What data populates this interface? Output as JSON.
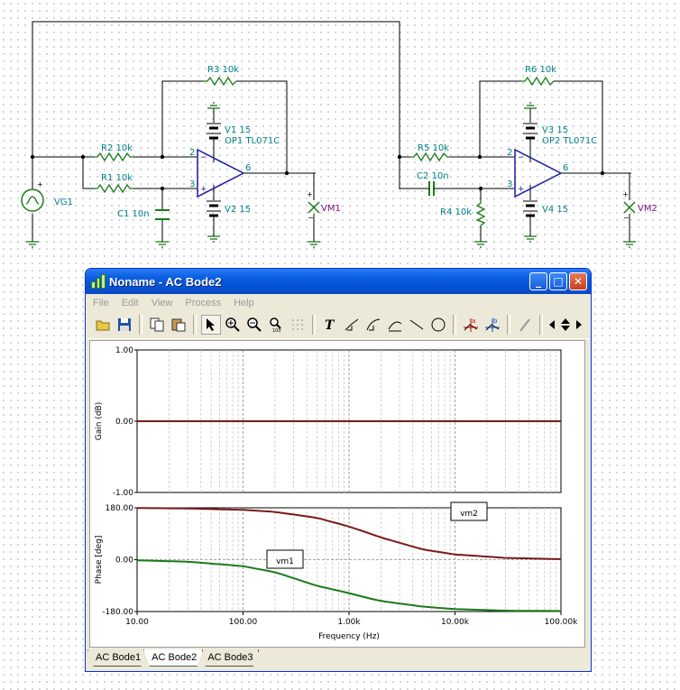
{
  "schematic": {
    "resistors": [
      "R1 10k",
      "R2 10k",
      "R3 10k",
      "R4 10k",
      "R5 10k",
      "R6 10k"
    ],
    "capacitors": [
      "C1 10n",
      "C2 10n"
    ],
    "supplies": [
      "V1 15",
      "V2 15",
      "V3 15",
      "V4 15"
    ],
    "opamps": [
      "OP1 TL071C",
      "OP2 TL071C"
    ],
    "generator": "VG1",
    "meters": [
      "VM1",
      "VM2"
    ],
    "pins": {
      "inv": "2",
      "noninv": "3",
      "out": "6"
    }
  },
  "window": {
    "title": "Noname - AC Bode2",
    "menu": [
      "File",
      "Edit",
      "View",
      "Process",
      "Help"
    ],
    "buttons": {
      "minimize": "_",
      "maximize": "□",
      "close": "✕"
    }
  },
  "toolbar": [
    "open-icon",
    "save-icon",
    "copy-icon",
    "paste-icon",
    "pointer-icon",
    "zoom-in-icon",
    "zoom-out-icon",
    "zoom-100-icon",
    "grid-icon",
    "text-icon",
    "line-tool-icon",
    "curve-tool-icon",
    "tangent-icon",
    "line-icon",
    "circle-icon",
    "cursor-a-icon",
    "cursor-b-icon",
    "probe-icon",
    "arrows-icon"
  ],
  "chart_data": [
    {
      "type": "line",
      "xlabel": "Frequency (Hz)",
      "ylabel": "Gain (dB)",
      "xscale": "log",
      "xlim": [
        10,
        100000
      ],
      "ylim": [
        -1,
        1
      ],
      "yticks": [
        "1.00",
        "0.00",
        "-1.00"
      ],
      "series": [
        {
          "name": "vm1",
          "color": "#1a7a1a",
          "x": [
            10,
            100,
            1000,
            10000,
            100000
          ],
          "y": [
            0,
            0,
            0,
            0,
            0
          ]
        },
        {
          "name": "vm2",
          "color": "#7a1a1a",
          "x": [
            10,
            100,
            1000,
            10000,
            100000
          ],
          "y": [
            0,
            0,
            0,
            0,
            0
          ]
        }
      ]
    },
    {
      "type": "line",
      "xlabel": "Frequency (Hz)",
      "ylabel": "Phase [deg]",
      "xscale": "log",
      "xlim": [
        10,
        100000
      ],
      "ylim": [
        -180,
        180
      ],
      "xticks": [
        "10.00",
        "100.00",
        "1.00k",
        "10.00k",
        "100.00k"
      ],
      "yticks": [
        "180.00",
        "0.00",
        "-180.00"
      ],
      "series": [
        {
          "name": "vm1",
          "color": "#1a7a1a",
          "x": [
            10,
            30,
            100,
            200,
            500,
            1000,
            1592,
            2000,
            5000,
            10000,
            30000,
            100000
          ],
          "y": [
            -2.3,
            -6.9,
            -22.6,
            -43.4,
            -90.9,
            -116.1,
            -135,
            -143.6,
            -163,
            -171.4,
            -177.1,
            -178.2
          ]
        },
        {
          "name": "vm2",
          "color": "#7a1a1a",
          "x": [
            10,
            30,
            100,
            200,
            500,
            1000,
            1592,
            2000,
            5000,
            10000,
            30000,
            100000
          ],
          "y": [
            179.3,
            177.8,
            172.8,
            165.6,
            145.1,
            115,
            90,
            77.1,
            35.3,
            18,
            6.1,
            1.8
          ]
        }
      ],
      "annotations": [
        {
          "text": "vm2"
        },
        {
          "text": "vm1"
        }
      ]
    }
  ],
  "tabs": [
    "AC Bode1",
    "AC Bode2",
    "AC Bode3"
  ],
  "active_tab": "AC Bode2"
}
